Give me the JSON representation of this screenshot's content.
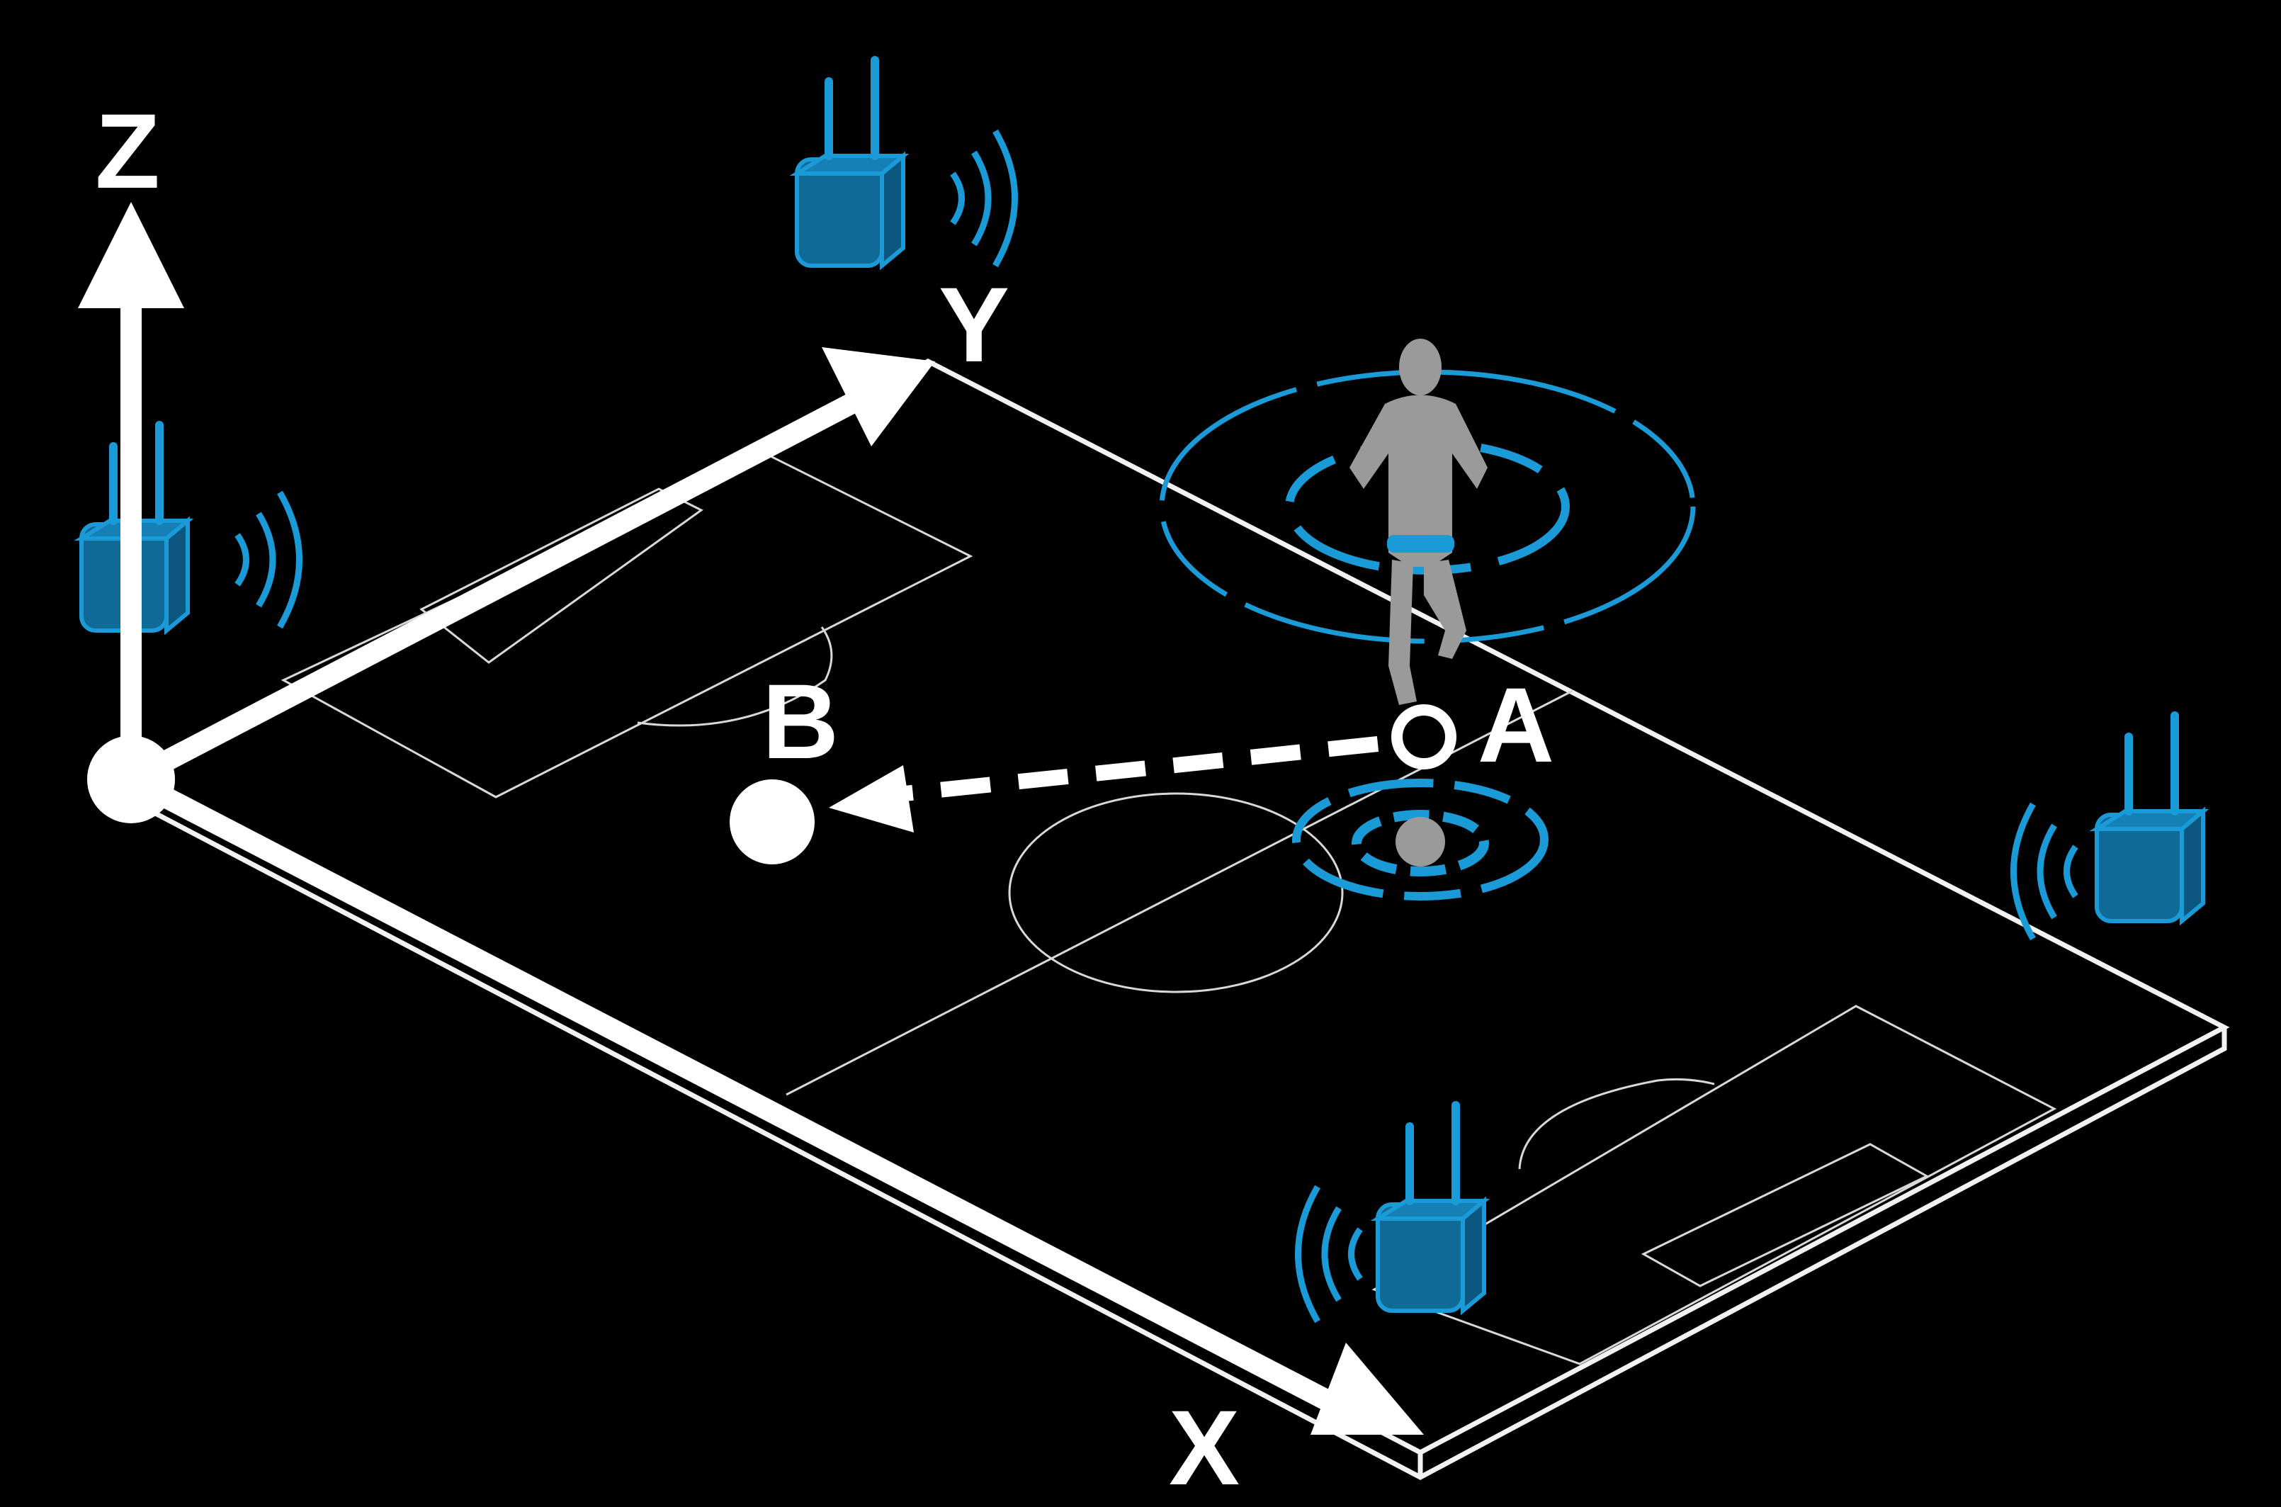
{
  "diagram": {
    "axes": {
      "z_label": "Z",
      "y_label": "Y",
      "x_label": "X"
    },
    "points": {
      "a_label": "A",
      "b_label": "B"
    },
    "colors": {
      "background": "#000000",
      "accent": "#1a9ad6",
      "foreground": "#ffffff",
      "player": "#9a9a9a"
    },
    "icons": [
      "router-icon",
      "player-icon",
      "ball-icon",
      "signal-waves-icon"
    ]
  }
}
